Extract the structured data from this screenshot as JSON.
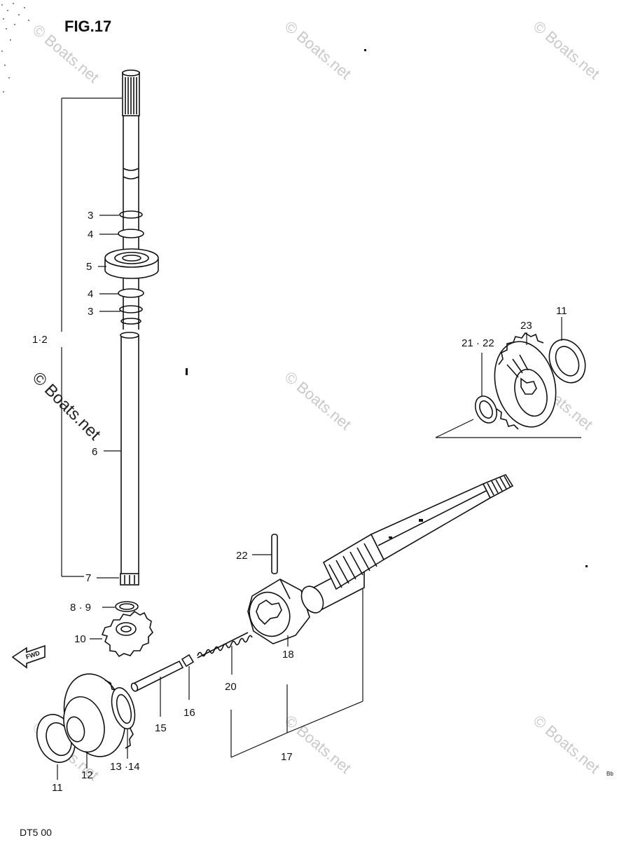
{
  "figure": {
    "title": "FIG.17",
    "footer": "DT5  00",
    "watermark": "© Boats.net",
    "direction_mark": "FWD",
    "corner_mark": "Bb"
  },
  "callouts": {
    "c1_2": "1·2",
    "c3a": "3",
    "c4a": "4",
    "c5": "5",
    "c4b": "4",
    "c3b": "3",
    "c6": "6",
    "c7": "7",
    "c8_9": "8 · 9",
    "c10": "10",
    "c11a": "11",
    "c12": "12",
    "c13_14": "13 ·14",
    "c15": "15",
    "c16": "16",
    "c17": "17",
    "c18": "18",
    "c20": "20",
    "c21_22": "21 · 22",
    "c22": "22",
    "c23": "23",
    "c11b": "11"
  }
}
